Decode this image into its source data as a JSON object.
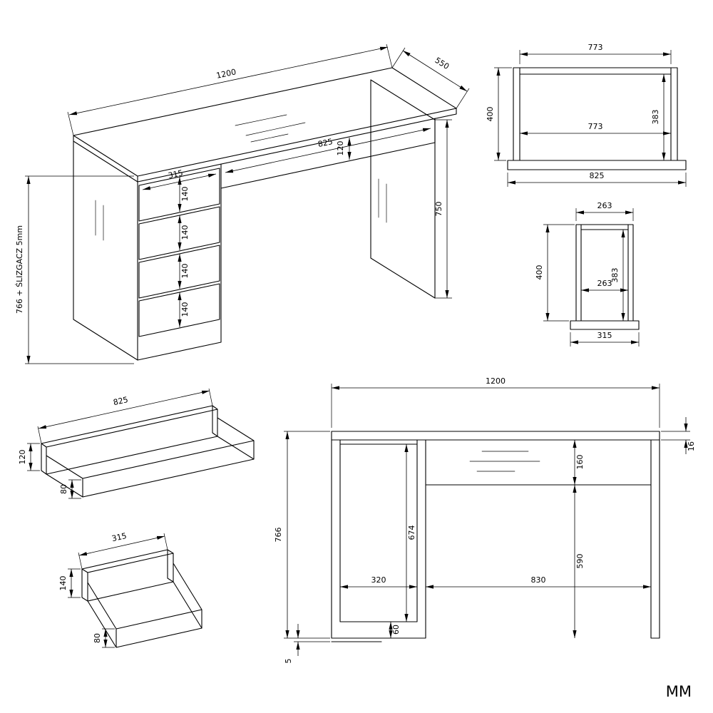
{
  "colors": {
    "line": "#000000",
    "background": "#ffffff"
  },
  "units": {
    "label": "MM"
  },
  "iso_desk": {
    "dim_width": "1200",
    "dim_depth": "550",
    "dim_center_drawer_width": "825",
    "dim_center_drawer_height": "120",
    "dim_pedestal_width": "315",
    "dim_drawer_heights": [
      "140",
      "140",
      "140",
      "140"
    ],
    "dim_height": "750",
    "dim_total_height_note": "766 + ŚLIZGACZ 5mm"
  },
  "back_frame": {
    "dim_top_width": "773",
    "dim_height": "400",
    "dim_inner_height": "383",
    "dim_inner_width": "773",
    "dim_base_width": "825"
  },
  "side_frame": {
    "dim_top_width": "263",
    "dim_height": "400",
    "dim_inner_height": "383",
    "dim_inner_width": "263",
    "dim_base_width": "315"
  },
  "large_drawer": {
    "dim_width": "825",
    "dim_front_height": "120",
    "dim_side_height": "80"
  },
  "small_drawer": {
    "dim_width": "315",
    "dim_front_height": "140",
    "dim_side_height": "80"
  },
  "elevation": {
    "dim_width": "1200",
    "dim_top_thickness": "16",
    "dim_apron_height": "160",
    "dim_total_height": "766",
    "dim_pedestal_inner_height": "674",
    "dim_knee_space_height": "590",
    "dim_pedestal_inner_width": "320",
    "dim_knee_space_width": "830",
    "dim_plinth_height": "60",
    "dim_glide_height": "5"
  }
}
